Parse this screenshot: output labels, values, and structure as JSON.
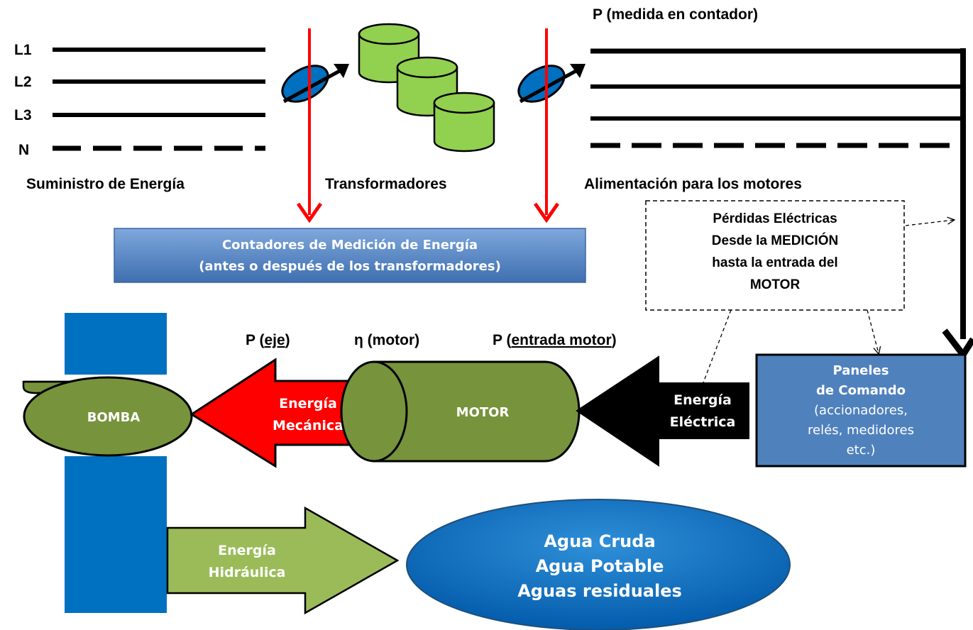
{
  "supply": {
    "lines": [
      "L1",
      "L2",
      "L3",
      "N"
    ],
    "caption": "Suministro de Energía"
  },
  "transformers": {
    "caption": "Transformadores"
  },
  "motor_feed": {
    "top_label": "P (medida en contador)",
    "caption": "Alimentación para los motores"
  },
  "meters_box": {
    "line1": "Contadores de Medición de Energía",
    "line2": "(antes o después de los transformadores)",
    "color": "#5b89c6"
  },
  "losses_box": {
    "lines": [
      "Pérdidas Eléctricas",
      "Desde la MEDICIÓN",
      "hasta la entrada del",
      "MOTOR"
    ]
  },
  "power_labels": {
    "shaft_prefix": "P (",
    "shaft_u": "eje",
    "shaft_suffix": ")",
    "efficiency": "η (motor)",
    "input_prefix": "P (",
    "input_u": "entrada motor",
    "input_suffix": ")"
  },
  "pump": {
    "label": "BOMBA",
    "color": "#77933c"
  },
  "motor": {
    "label": "MOTOR",
    "color": "#77933c"
  },
  "mech_arrow": {
    "line1": "Energía",
    "line2": "Mecánica",
    "color": "#ff0000"
  },
  "elec_arrow": {
    "line1": "Energía",
    "line2": "Eléctrica",
    "color": "#000000"
  },
  "hyd_arrow": {
    "line1": "Energía",
    "line2": "Hidráulica",
    "color": "#9bbb59"
  },
  "panel": {
    "line1": "Paneles",
    "line2": "de Comando",
    "line3": "(accionadores,",
    "line4": "relés, medidores",
    "line5": "etc.)",
    "color": "#4f81bd"
  },
  "water": {
    "lines": [
      "Agua Cruda",
      "Agua Potable",
      "Aguas residuales"
    ],
    "color": "#0070c0"
  },
  "colors": {
    "cylinder": "#92d050",
    "meter_dial": "#0070c0",
    "measure_arrow": "#ff0000",
    "pipe": "#0070c0"
  }
}
